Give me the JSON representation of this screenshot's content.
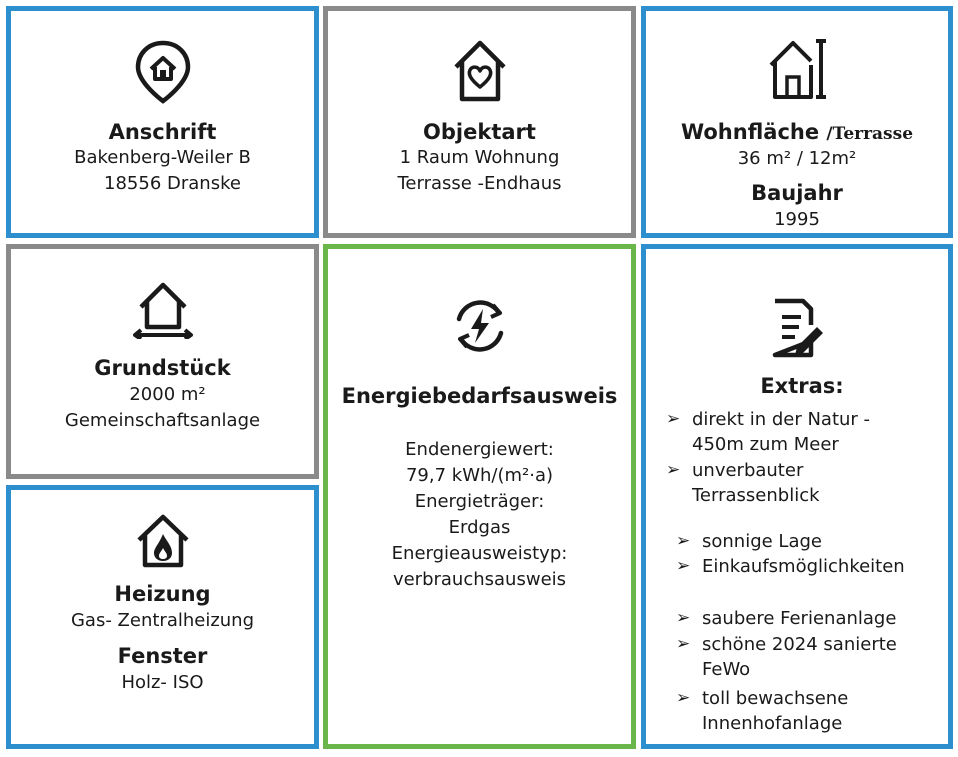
{
  "anschrift": {
    "title": "Anschrift",
    "line1": "Bakenberg-Weiler B",
    "line2": "18556 Dranske"
  },
  "objektart": {
    "title": "Objektart",
    "line1": "1 Raum  Wohnung",
    "line2": "Terrasse -Endhaus"
  },
  "wohnflaeche": {
    "title": "Wohnfläche",
    "title_suffix": "/Terrasse",
    "value": "36 m² / 12m²",
    "subtitle": "Baujahr",
    "subvalue": "1995"
  },
  "grundstueck": {
    "title": "Grundstück",
    "line1": "2000 m²",
    "line2": "Gemeinschaftsanlage"
  },
  "energie": {
    "title": "Energiebedarfsausweis",
    "lines": [
      "Endenergiewert:",
      "79,7 kWh/(m²·a)",
      "Energieträger:",
      "Erdgas",
      "Energieausweistyp:",
      "verbrauchsausweis"
    ]
  },
  "extras": {
    "title": "Extras:",
    "bullet_glyph": "➢",
    "items": [
      [
        "direkt in der Natur -",
        "450m zum Meer"
      ],
      [
        "unverbauter",
        "Terrassenblick"
      ],
      [
        "sonnige Lage"
      ],
      [
        " Einkaufsmöglichkeiten"
      ],
      [
        "saubere Ferienanlage"
      ],
      [
        "schöne 2024 sanierte",
        "FeWo"
      ],
      [
        "toll bewachsene",
        "Innenhofanlage"
      ]
    ]
  },
  "heizung": {
    "title": "Heizung",
    "value": "Gas- Zentralheizung",
    "subtitle": "Fenster",
    "subvalue": "Holz- ISO"
  },
  "icons": {
    "anschrift": "location-home-pin-icon",
    "objektart": "house-heart-icon",
    "wohnflaeche": "house-measure-icon",
    "grundstueck": "house-plot-icon",
    "energie": "energy-cycle-bolt-icon",
    "extras": "document-pen-icon",
    "heizung": "house-flame-icon"
  },
  "colors": {
    "blue": "#2e8fcf",
    "gray": "#8a8a8a",
    "green": "#6ab64a"
  }
}
